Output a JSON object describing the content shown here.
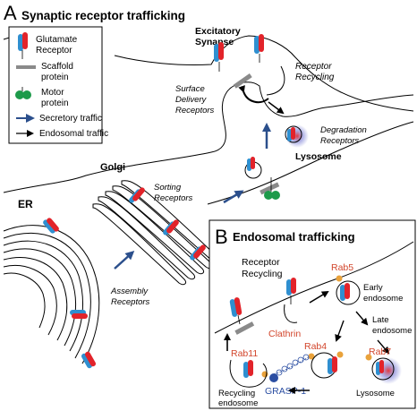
{
  "panel_a": {
    "letter": "A",
    "title": "Synaptic receptor trafficking",
    "legend": {
      "glutamate_receptor": [
        "Glutamate",
        "Receptor"
      ],
      "scaffold_protein": [
        "Scaffold",
        "protein"
      ],
      "motor_protein": [
        "Motor",
        "protein"
      ],
      "secretory_traffic": "Secretory traffic",
      "endosomal_traffic": "Endosomal traffic"
    },
    "labels": {
      "excitatory_synapse": [
        "Excitatory",
        "Synapse"
      ],
      "receptor_recycling": [
        "Receptor",
        "Recycling"
      ],
      "surface_delivery": [
        "Surface",
        "Delivery",
        "Receptors"
      ],
      "degradation": [
        "Degradation",
        "Receptors"
      ],
      "lysosome": "Lysosome",
      "golgi": "Golgi",
      "sorting": [
        "Sorting",
        "Receptors"
      ],
      "er": "ER",
      "assembly": [
        "Assembly",
        "Receptors"
      ]
    }
  },
  "panel_b": {
    "letter": "B",
    "title": "Endosomal trafficking",
    "labels": {
      "receptor_recycling": [
        "Receptor",
        "Recycling"
      ],
      "rab5": "Rab5",
      "clathrin": "Clathrin",
      "early_endosome": [
        "Early",
        "endosome"
      ],
      "late_endosome": [
        "Late",
        "endosome"
      ],
      "rab4": "Rab4",
      "rab7": "Rab7",
      "rab11": "Rab11",
      "grasp1": "GRASP-1",
      "lysosome": "Lysosome",
      "recycling_endosome": [
        "Recycling",
        "endosome"
      ]
    }
  },
  "colors": {
    "receptor_red": "#e2232a",
    "receptor_blue": "#2f8fd0",
    "scaffold_gray": "#8a8a8a",
    "motor_green": "#1d9a4a",
    "secretory_arrow": "#2b4f8c",
    "rab_label": "#d2452b",
    "grasp_blue": "#2b4ea2",
    "rab_dot": "#e9a23b"
  }
}
